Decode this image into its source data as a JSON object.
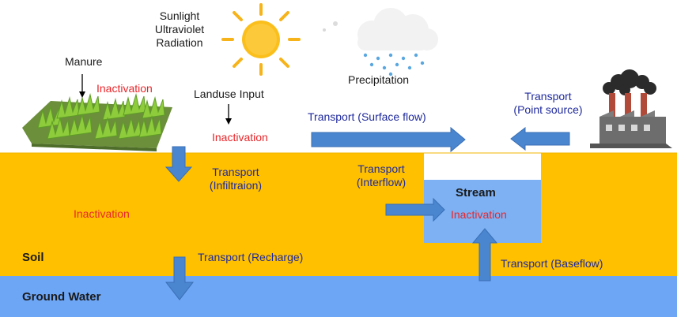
{
  "labels": {
    "sunlight": [
      "Sunlight",
      "Ultraviolet",
      "Radiation"
    ],
    "manure": "Manure",
    "inactivation_manure": "Inactivation",
    "landuse_input": "Landuse Input",
    "inactivation_landuse": "Inactivation",
    "precipitation": "Precipitation",
    "transport_surface_flow": "Transport (Surface flow)",
    "transport_point_source": [
      "Transport",
      "(Point source)"
    ],
    "transport_infiltration": [
      "Transport",
      "(Infiltraion)"
    ],
    "transport_interflow": [
      "Transport",
      "(Interflow)"
    ],
    "inactivation_soil": "Inactivation",
    "stream": "Stream",
    "inactivation_stream": "Inactivation",
    "soil": "Soil",
    "transport_recharge": "Transport (Recharge)",
    "transport_baseflow": "Transport (Baseflow)",
    "ground_water": "Ground Water"
  },
  "colors": {
    "soil": "#ffc000",
    "water": "#6ea6f6",
    "stream": "#7db1f4",
    "arrow": "#4a86d0",
    "inactivation_text": "#e8262a",
    "transport_text": "#1f2a9c"
  },
  "icons": [
    "sun-icon",
    "rain-cloud-icon",
    "grass-field-icon",
    "factory-icon"
  ]
}
